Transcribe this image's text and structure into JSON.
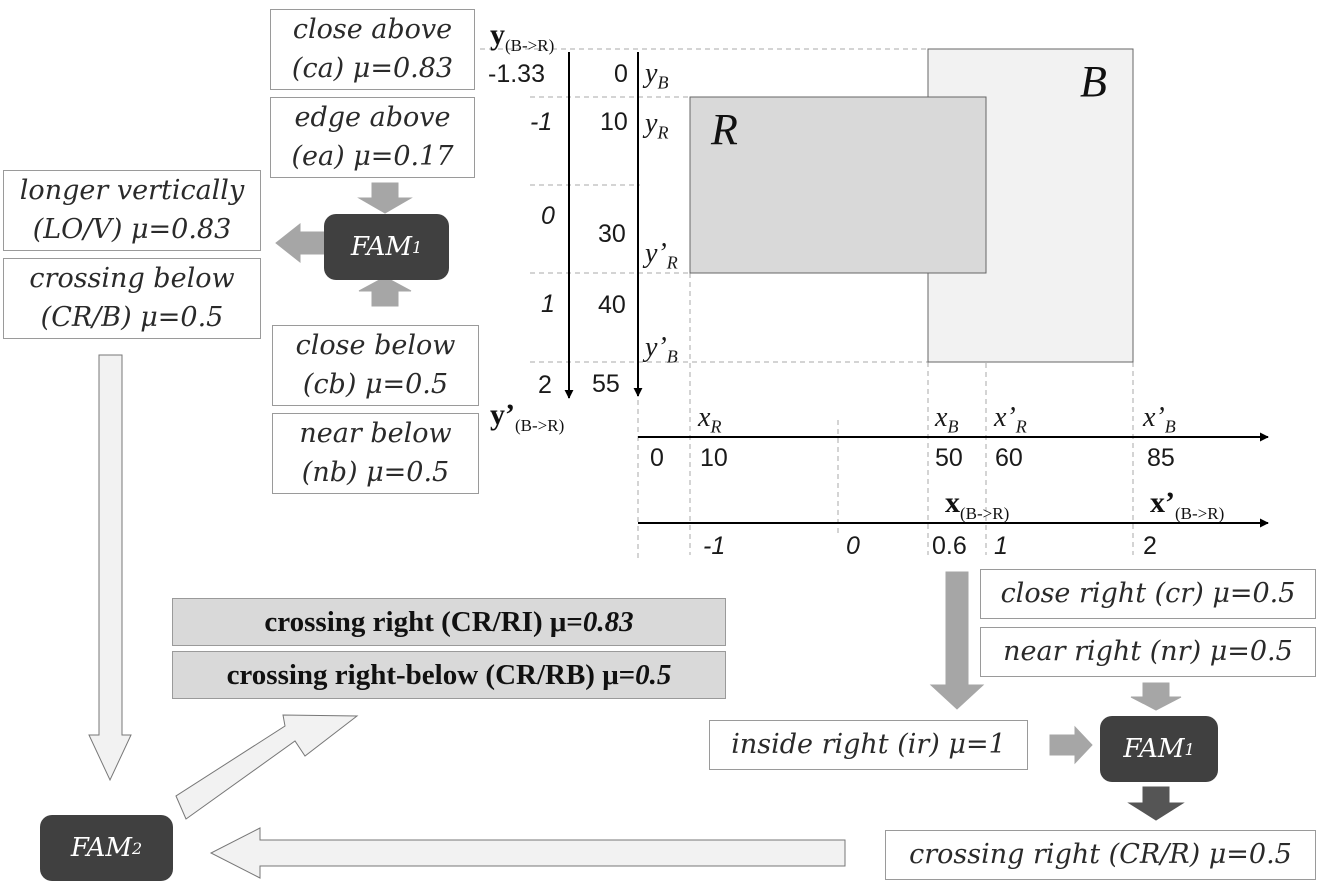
{
  "boxes": {
    "close_above": {
      "l1": "close above",
      "l2": "(ca) μ=0.83"
    },
    "edge_above": {
      "l1": "edge above",
      "l2": "(ea) μ=0.17"
    },
    "longer_vertically": {
      "l1": "longer vertically",
      "l2": "(LO/V) μ=0.83"
    },
    "crossing_below": {
      "l1": "crossing below",
      "l2": "(CR/B) μ=0.5"
    },
    "close_below": {
      "l1": "close below",
      "l2": "(cb) μ=0.5"
    },
    "near_below": {
      "l1": "near below",
      "l2": "(nb) μ=0.5"
    },
    "close_right": "close right (cr) μ=0.5",
    "near_right": "near right (nr) μ=0.5",
    "inside_right": "inside right (ir) μ=1",
    "crossing_right_r": "crossing right (CR/R) μ=0.5"
  },
  "results": {
    "cr_ri": {
      "text": "crossing right (CR/RI) μ=",
      "value": "0.83"
    },
    "cr_rb": {
      "text": "crossing right-below (CR/RB) μ=",
      "value": "0.5"
    }
  },
  "fam": {
    "fam1": {
      "name": "FAM",
      "sub": "1"
    },
    "fam2": {
      "name": "FAM",
      "sub": "2"
    }
  },
  "rects": {
    "R": "R",
    "B": "B"
  },
  "y_axis": {
    "title": "y",
    "title_sub": "(B->R)",
    "title2": "y’",
    "title2_sub": "(B->R)",
    "norm": [
      "-1.33",
      "-1",
      "0",
      "1",
      "2"
    ],
    "raw": [
      "0",
      "10",
      "30",
      "40",
      "55"
    ],
    "markers": [
      {
        "base": "y",
        "sub": "B"
      },
      {
        "base": "y",
        "sub": "R"
      },
      {
        "base": "y’",
        "sub": "R"
      },
      {
        "base": "y’",
        "sub": "B"
      }
    ]
  },
  "x_axis": {
    "title": "x",
    "title_sub": "(B->R)",
    "title2": "x’",
    "title2_sub": "(B->R)",
    "raw": [
      "0",
      "10",
      "50",
      "60",
      "85"
    ],
    "norm": [
      "-1",
      "0",
      "0.6",
      "1",
      "2"
    ],
    "markers": [
      {
        "base": "x",
        "sub": "R"
      },
      {
        "base": "x",
        "sub": "B"
      },
      {
        "base": "x’",
        "sub": "R"
      },
      {
        "base": "x’",
        "sub": "B"
      }
    ]
  },
  "colors": {
    "rect_R": "#d9d9d9",
    "rect_B": "#f2f2f2",
    "fam_bg": "#404040",
    "result_bg": "#d9d9d9",
    "arrow_dark": "#a6a6a6",
    "arrow_light": "#f2f2f2"
  }
}
